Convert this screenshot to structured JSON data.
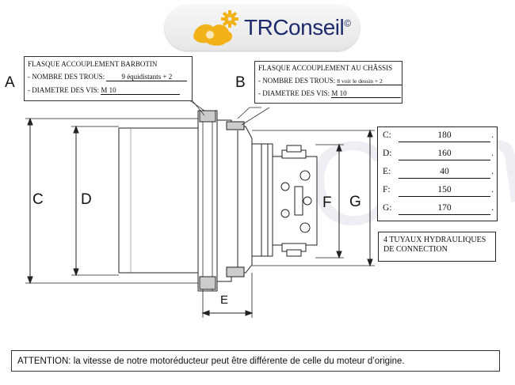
{
  "logo": {
    "name": "TRConseil",
    "symbol": "©",
    "icon": "gear-map-icon"
  },
  "watermark": "TRConseil©",
  "callout_left": {
    "title": "FLASQUE ACCOUPLEMENT BARBOTIN",
    "holes_label": "- NOMBRE DES TROUS:",
    "holes_value": "9 équidistants + 2",
    "screw_label": "- DIAMETRE DES VIS:",
    "screw_value": "M 10"
  },
  "callout_right": {
    "title": "FLASQUE ACCOUPLEMENT AU CHÂSSIS",
    "holes_label": "- NOMBRE DES TROUS:",
    "holes_value": "8 voir le dessin + 2",
    "screw_label": "- DIAMETRE DES VIS:",
    "screw_value": "M 10"
  },
  "labels": {
    "a": "A",
    "b": "B",
    "c": "C",
    "d": "D",
    "e": "E",
    "f": "F",
    "g": "G"
  },
  "dimensions": [
    {
      "key": "C:",
      "value": "180"
    },
    {
      "key": "D:",
      "value": "160"
    },
    {
      "key": "E:",
      "value": "40"
    },
    {
      "key": "F:",
      "value": "150"
    },
    {
      "key": "G:",
      "value": "170"
    }
  ],
  "hydraulics": {
    "line1": "4 TUYAUX HYDRAULIQUES",
    "line2": "DE CONNECTION"
  },
  "attention": "ATTENTION: la vitesse de notre motoréducteur peut être différente de celle du moteur d’origine."
}
